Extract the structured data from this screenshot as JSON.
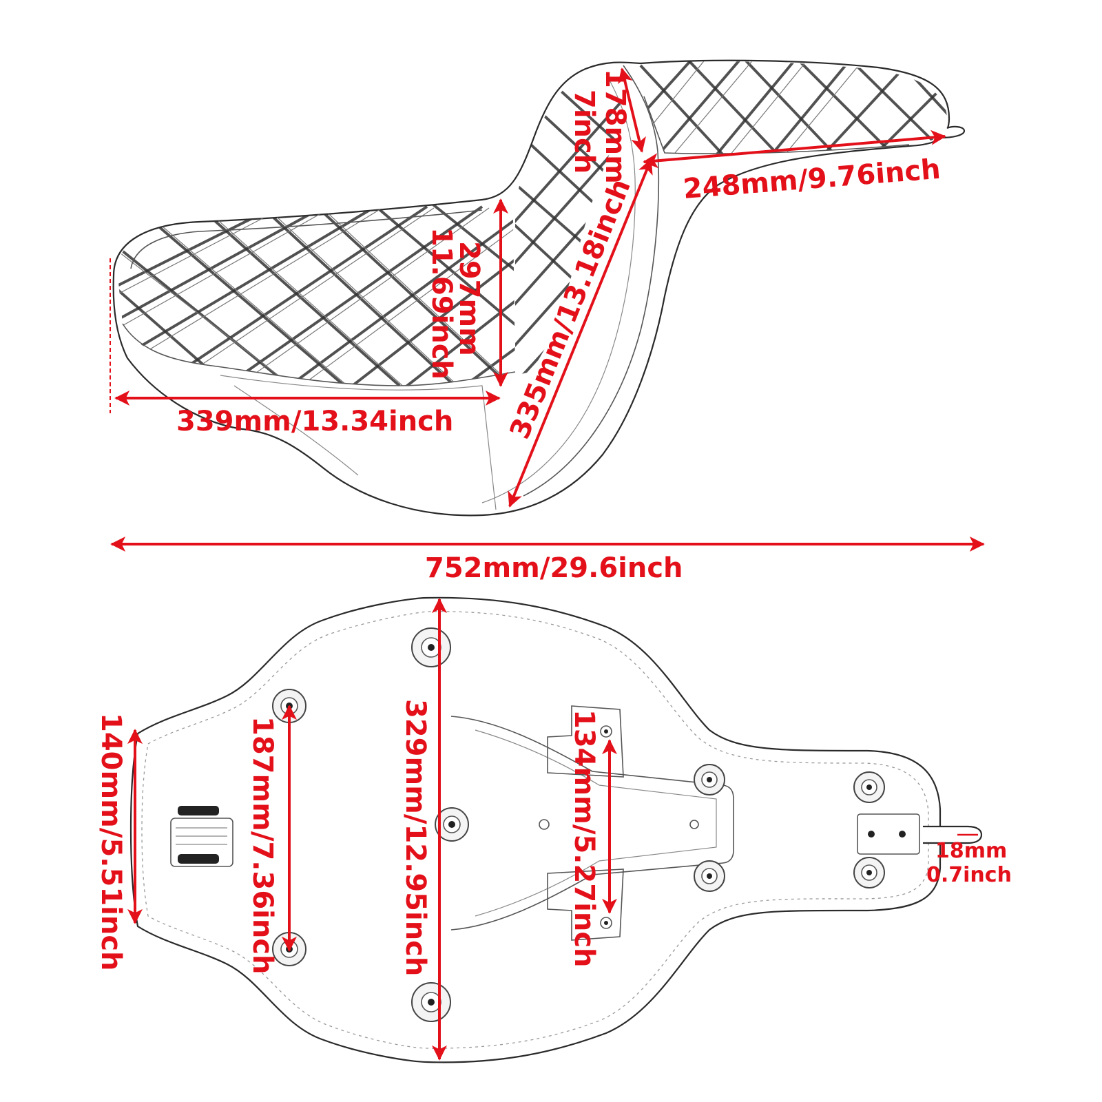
{
  "colors": {
    "dimension": "#e3101a",
    "outline": "#2a2a2a",
    "background": "#ffffff"
  },
  "views": [
    {
      "name": "side-view",
      "description_label": ""
    },
    {
      "name": "bottom-view",
      "description_label": ""
    }
  ],
  "dimensions": {
    "rear_height": "178mm/\n7inch",
    "rear_height_mm": "178mm",
    "rear_height_in": "7inch",
    "rear_width": "248mm/9.76inch",
    "front_height_mm": "297mm",
    "front_height_in": "11.69inch",
    "riser_diagonal": "335mm/13.18inch",
    "front_length": "339mm/13.34inch",
    "overall_length": "752mm/29.6inch",
    "front_width": "140mm/5.51inch",
    "mount_spacing": "187mm/7.36inch",
    "max_width": "329mm/12.95inch",
    "bracket_spacing": "134mm/5.27inch",
    "tab_width_mm": "18mm",
    "tab_width_in": "0.7inch"
  }
}
